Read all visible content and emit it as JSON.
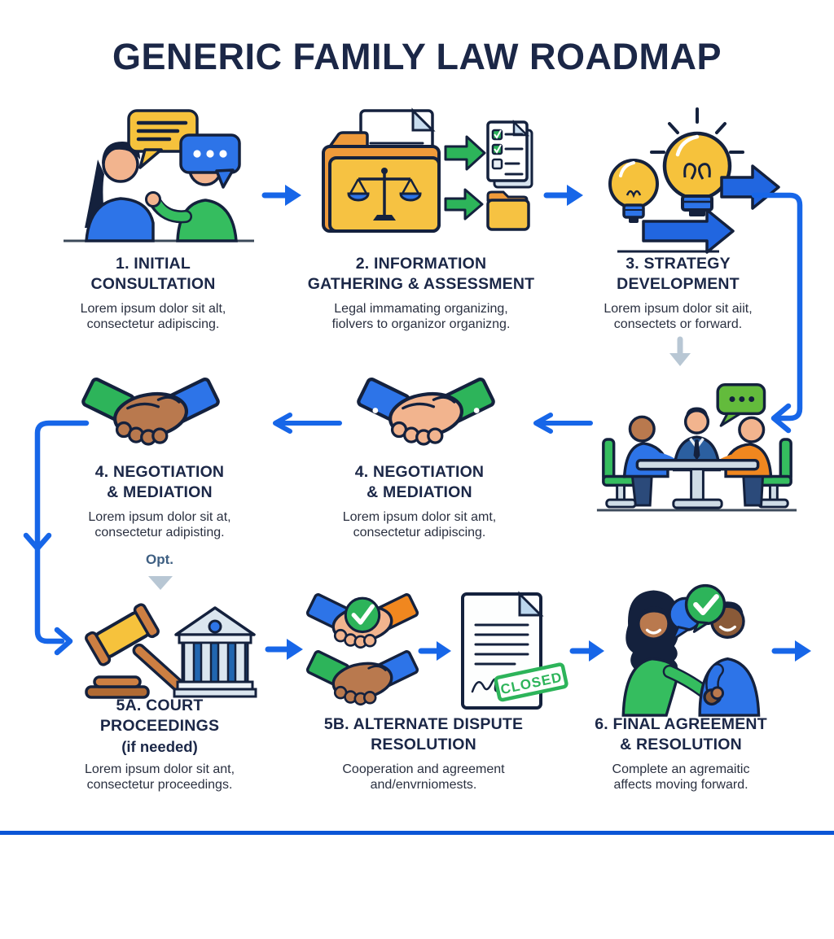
{
  "title": "GENERIC FAMILY LAW ROADMAP",
  "opt_label": "Opt.",
  "stamp": "CLOSED",
  "steps": {
    "s1": {
      "title": "1. INITIAL\nCONSULTATION",
      "desc": "Lorem ipsum dolor sit alt,\nconsectetur adipiscing."
    },
    "s2": {
      "title": "2. INFORMATION\nGATHERING & ASSESSMENT",
      "desc": "Legal immamating organizing,\nfiolvers to organizor organizng."
    },
    "s3": {
      "title": "3. STRATEGY\nDEVELOPMENT",
      "desc": "Lorem ipsum dolor sit aiit,\nconsectets or forward."
    },
    "s4a": {
      "title": "4. NEGOTIATION\n& MEDIATION",
      "desc": "Lorem ipsum dolor sit at,\nconsectetur adipisting."
    },
    "s4b": {
      "title": "4. NEGOTIATION\n& MEDIATION",
      "desc": "Lorem ipsum dolor sit amt,\nconsectetur adipiscing."
    },
    "s5a": {
      "title": "5A. COURT\nPROCEEDINGS",
      "subtitle": "(if needed)",
      "desc": "Lorem ipsum dolor sit ant,\nconsectetur proceedings."
    },
    "s5b": {
      "title": "5B. ALTERNATE DISPUTE\nRESOLUTION",
      "desc": "Cooperation and agreement\nand/envrniomests."
    },
    "s6": {
      "title": "6. FINAL AGREEMENT\n& RESOLUTION",
      "desc": "Complete an agremaitic\naffects moving forward."
    }
  },
  "colors": {
    "accent_blue": "#1766e8",
    "navy_text": "#1b2747",
    "green": "#2db45a",
    "yellow": "#f6c23c",
    "orange": "#f0871f",
    "muted_gray": "#b8c7d4"
  }
}
